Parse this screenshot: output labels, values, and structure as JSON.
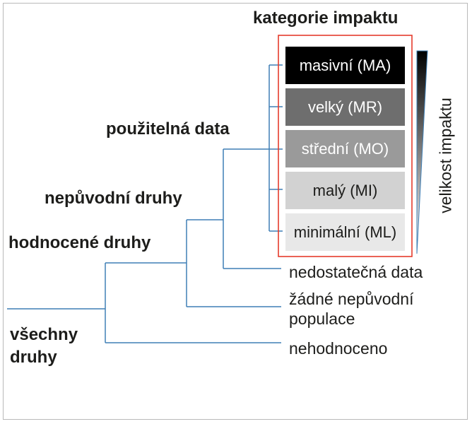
{
  "header": {
    "title": "kategorie impaktu"
  },
  "tree": {
    "root_label": "všechny\ndruhy",
    "assessed_label": "hodnocené druhy",
    "alien_label": "nepůvodní druhy",
    "data_label": "použitelná data",
    "not_evaluated": "nehodnoceno",
    "no_alien_populations": "žádné nepůvodní\npopulace",
    "data_deficient": "nedostatečná data"
  },
  "categories": [
    {
      "label": "masivní (MA)",
      "fill": "#000000",
      "text_color": "#ffffff"
    },
    {
      "label": "velký (MR)",
      "fill": "#6e6e6e",
      "text_color": "#ffffff"
    },
    {
      "label": "střední (MO)",
      "fill": "#9a9a9a",
      "text_color": "#ffffff"
    },
    {
      "label": "malý (MI)",
      "fill": "#d2d2d2",
      "text_color": "#1d1d1b"
    },
    {
      "label": "minimální (ML)",
      "fill": "#e8e8e8",
      "text_color": "#1d1d1b"
    }
  ],
  "scale": {
    "label": "velikost impaktu"
  },
  "colors": {
    "tree_line": "#3f7fb5",
    "box_border": "#e53b2c"
  }
}
